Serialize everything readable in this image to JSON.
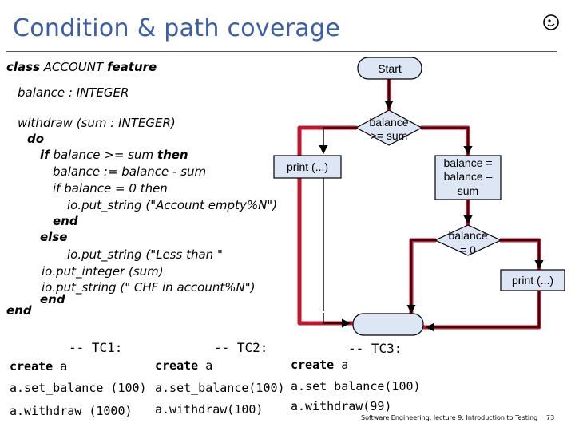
{
  "slide": {
    "title": "Condition & path coverage"
  },
  "code": {
    "class_line": {
      "kw1": "class",
      "name": "ACCOUNT",
      "kw2": "feature"
    },
    "attr_line": "balance : INTEGER",
    "withdraw_line": "withdraw (sum : INTEGER)",
    "do": "do",
    "if_line": {
      "kw": "if",
      "expr": "balance >= sum",
      "kw2": "then"
    },
    "assign_line": "balance := balance - sum",
    "inner_if_line": "if balance = 0 then",
    "put_empty": "io.put_string (\"Account empty%N\")",
    "inner_end": "end",
    "else": "else",
    "put_less": "io.put_string (\"Less than \"",
    "put_int": "io.put_integer (sum)",
    "put_chf": "io.put_string (\" CHF in account%N\")",
    "if_end": "end",
    "outer_end": "end"
  },
  "flow": {
    "start": "Start",
    "decision1": [
      "balance",
      ">= sum"
    ],
    "print_left": "print (...)",
    "assign_box": [
      "balance =",
      "balance –",
      "sum"
    ],
    "decision2": [
      "balance",
      "= 0"
    ],
    "print_right": "print (...)"
  },
  "tests": {
    "tc1": {
      "header": "-- TC1:",
      "create_kw": "create",
      "create_var": "a",
      "line2": "a.set_balance (100)",
      "line3": "a.withdraw (1000)"
    },
    "tc2": {
      "header": "-- TC2:",
      "create_kw": "create",
      "create_var": "a",
      "line2": "a.set_balance(100)",
      "line3": "a.withdraw(100)"
    },
    "tc3": {
      "header": "-- TC3:",
      "create_kw": "create",
      "create_var": "a",
      "line2": "a.set_balance(100)",
      "line3": "a.withdraw(99)"
    }
  },
  "footer": {
    "text": "Software Engineering, lecture 9: Introduction to Testing",
    "page": "73"
  },
  "colors": {
    "title": "#3a5fa8",
    "node_fill": "#dde6f4",
    "path": "#c0162e"
  },
  "icons": {
    "logo": "eiffel-logo-icon"
  }
}
